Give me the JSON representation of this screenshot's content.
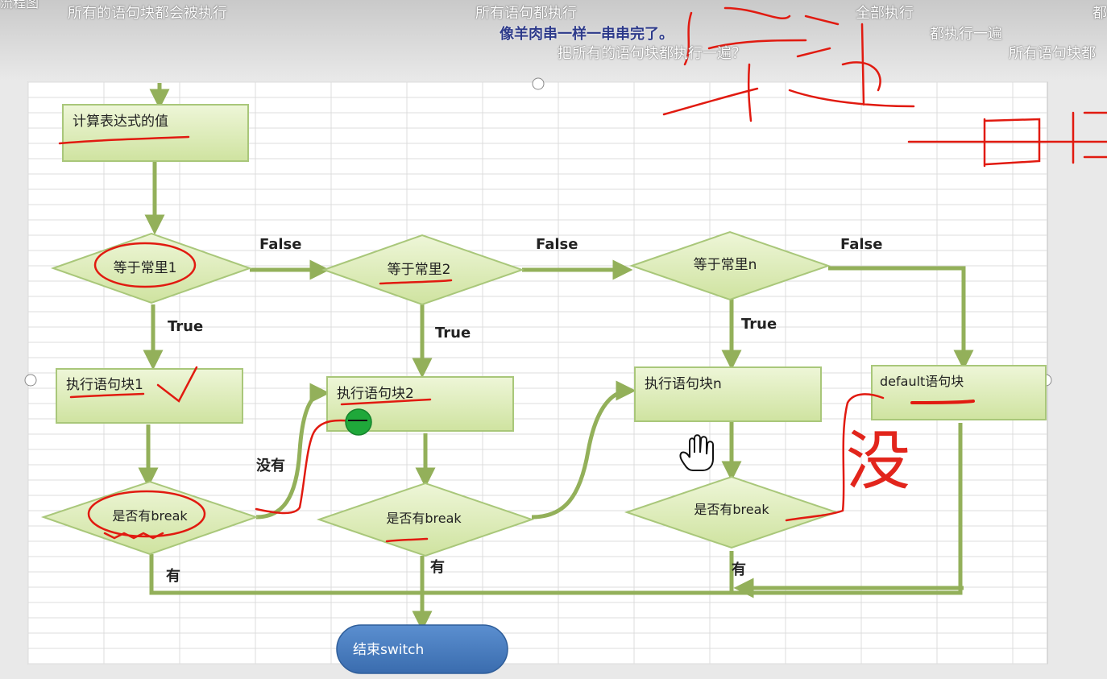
{
  "danmaku": [
    {
      "text": "所有的语句块都会被执行",
      "style": "white"
    },
    {
      "text": "所有语句都执行",
      "style": "white"
    },
    {
      "text": "全部执行",
      "style": "white"
    },
    {
      "text": "都",
      "style": "white"
    },
    {
      "text": "像羊肉串一样一串串完了。",
      "style": "blue"
    },
    {
      "text": "都执行一遍",
      "style": "white"
    },
    {
      "text": "把所有的语句块都执行一遍？",
      "style": "white"
    },
    {
      "text": "所有语句块都",
      "style": "white"
    }
  ],
  "corner_fragment": "流程图",
  "flowchart": {
    "start": "计算表达式的值",
    "conditions": [
      "等于常里1",
      "等于常里2",
      "等于常里n"
    ],
    "blocks": [
      "执行语句块1",
      "执行语句块2",
      "执行语句块n"
    ],
    "default_block": "default语句块",
    "break_checks": [
      "是否有break",
      "是否有break",
      "是否有break"
    ],
    "end": "结束switch",
    "labels": {
      "false": "False",
      "true": "True",
      "no": "没有",
      "yes": "有"
    }
  },
  "handwriting": {
    "top_right": "穿透",
    "right": "没"
  },
  "colors": {
    "box_fill": "#d8e8b0",
    "box_stroke": "#a9c77a",
    "arrow": "#93b05a",
    "end_fill": "#4a7ec0",
    "annotation": "#e11a10",
    "cursor_dot": "#1fa83a"
  }
}
